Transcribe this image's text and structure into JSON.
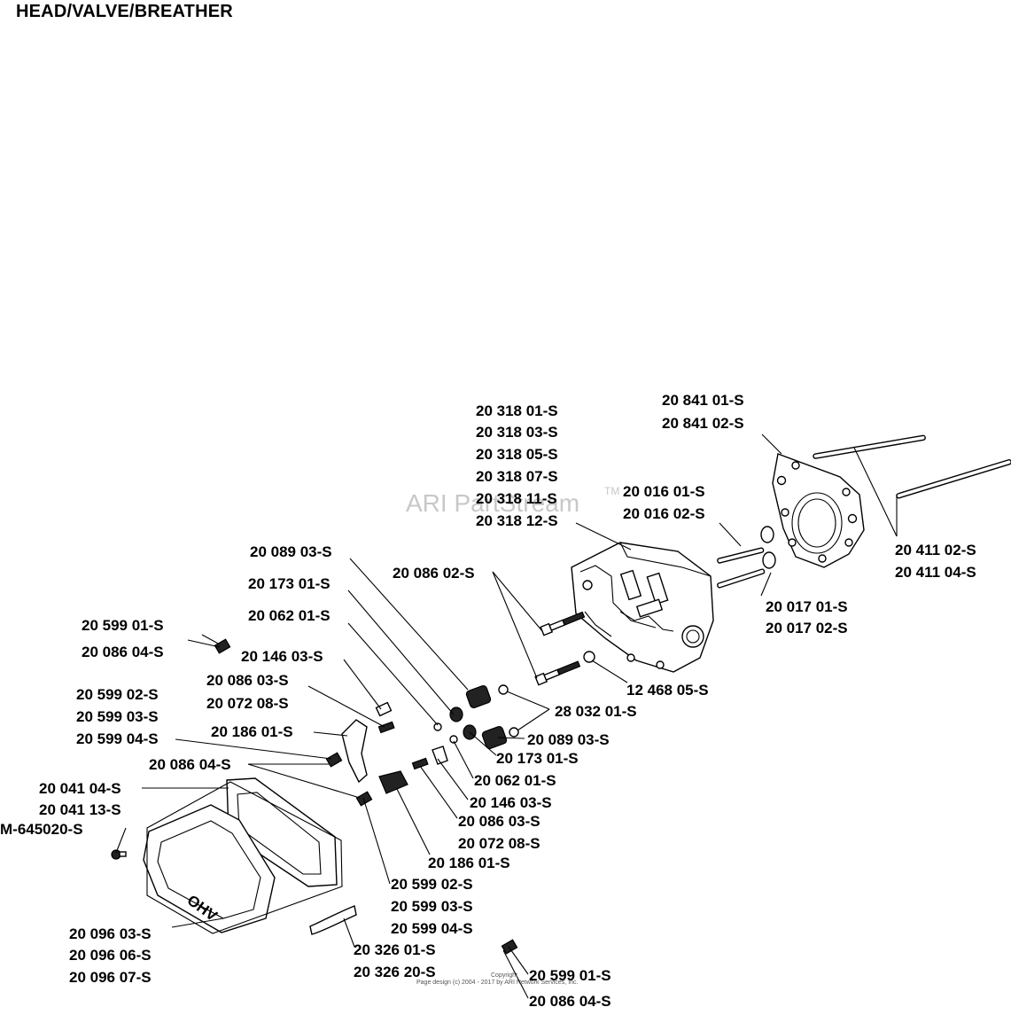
{
  "title": "HEAD/VALVE/BREATHER",
  "watermark": "ARI PartStream",
  "watermark_tm": "TM",
  "copyright_line1": "Copyright",
  "copyright_line2": "Page design (c) 2004 - 2017 by ARI Network Services, Inc.",
  "cover_text": "OHV",
  "labels": {
    "l01": "20 318 01-S",
    "l02": "20 318 03-S",
    "l03": "20 318 05-S",
    "l04": "20 318 07-S",
    "l05": "20 318 11-S",
    "l06": "20 318 12-S",
    "l07": "20 841 01-S",
    "l08": "20 841 02-S",
    "l09": "20 016 01-S",
    "l10": "20 016 02-S",
    "l11": "20 411 02-S",
    "l12": "20 411 04-S",
    "l13": "20 089 03-S",
    "l14": "20 086 02-S",
    "l15": "20 173 01-S",
    "l16": "20 017 01-S",
    "l17": "20 017 02-S",
    "l18": "20 062 01-S",
    "l19": "20 599 01-S",
    "l20": "20 086 04-S",
    "l21": "20 146 03-S",
    "l22": "12 468 05-S",
    "l23": "20 086 03-S",
    "l24": "20 072 08-S",
    "l25": "28 032 01-S",
    "l26": "20 599 02-S",
    "l27": "20 599 03-S",
    "l28": "20 599 04-S",
    "l29": "20 186 01-S",
    "l30": "20 089 03-S",
    "l31": "20 173 01-S",
    "l32": "20 086 04-S",
    "l33": "20 062 01-S",
    "l34": "20 041 04-S",
    "l35": "20 146 03-S",
    "l36": "20 041 13-S",
    "l37": "20 086 03-S",
    "l38": "M-645020-S",
    "l39": "20 072 08-S",
    "l40": "20 186 01-S",
    "l41": "20 599 02-S",
    "l42": "20 599 03-S",
    "l43": "20 599 04-S",
    "l44": "20 096 03-S",
    "l45": "20 096 06-S",
    "l46": "20 096 07-S",
    "l47": "20 326 01-S",
    "l48": "20 326 20-S",
    "l49": "20 599 01-S",
    "l50": "20 086 04-S"
  }
}
